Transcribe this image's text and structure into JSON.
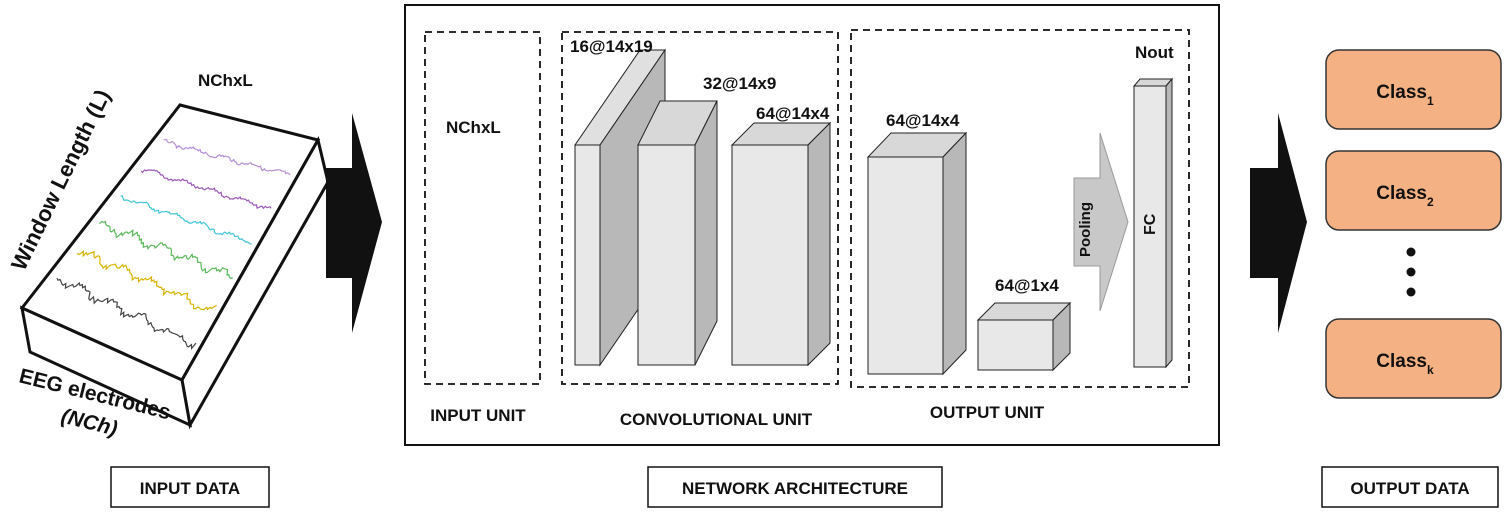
{
  "input": {
    "top_label": "NChxL",
    "window_label": "Window Length (L)",
    "electrodes_label_1": "EEG electrodes",
    "electrodes_label_2": "(NCh)",
    "caption": "INPUT DATA",
    "signal_colors": [
      "#444444",
      "#d9b300",
      "#5cb85c",
      "#3fc4d6",
      "#9b59b6",
      "#b58fd6"
    ]
  },
  "network": {
    "caption": "NETWORK ARCHITECTURE",
    "input_unit": {
      "label": "NChxL",
      "title": "INPUT UNIT"
    },
    "conv_unit": {
      "title": "CONVOLUTIONAL UNIT",
      "blocks": [
        "16@14x19",
        "32@14x9",
        "64@14x4"
      ]
    },
    "output_unit": {
      "title": "OUTPUT UNIT",
      "block_a": "64@14x4",
      "block_b": "64@1x4",
      "pooling": "Pooling",
      "fc": "FC",
      "nout": "Nout"
    }
  },
  "output": {
    "caption": "OUTPUT DATA",
    "class_text": "Class",
    "classes": [
      {
        "subscript": "1"
      },
      {
        "subscript": "2"
      },
      {
        "subscript": "k"
      }
    ],
    "class_fill": "#f4b183",
    "class_stroke": "#333333"
  },
  "colors": {
    "block_front": "#e8e8e8",
    "block_top": "#d4d4d4",
    "block_side": "#b8b8b8",
    "arrow": "#111111",
    "pooling_arrow": "#c8c8c8"
  }
}
